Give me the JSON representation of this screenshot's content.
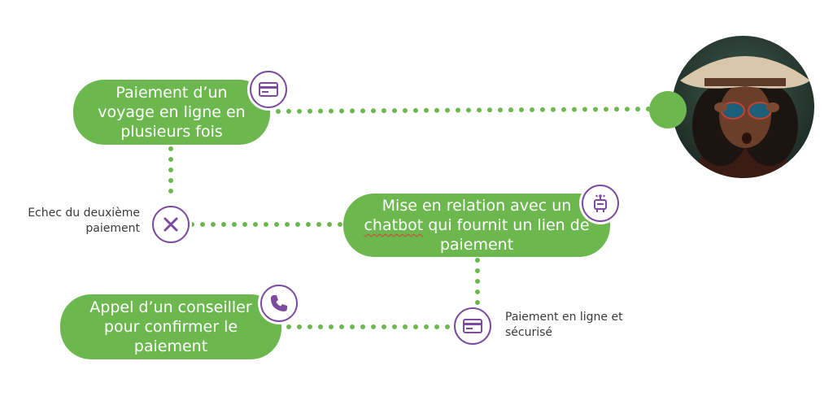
{
  "colors": {
    "green": "#6cb84f",
    "purple": "#7c4ba0",
    "text": "#3a3a3a"
  },
  "nodes": {
    "voyage": {
      "lines": [
        "Paiement d’un",
        "voyage en ligne en",
        "plusieurs fois"
      ],
      "icon": "credit-card-icon"
    },
    "chatbot": {
      "line1": "Mise en relation avec un",
      "line2_word": "chatbot",
      "line2_rest": " qui fournit un lien de",
      "line3": "paiement",
      "icon": "robot-icon"
    },
    "conseiller": {
      "lines": [
        "Appel d’un conseiller",
        "pour confirmer le",
        "paiement"
      ],
      "icon": "phone-icon"
    }
  },
  "labels": {
    "echec": [
      "Echec du deuxième",
      "paiement"
    ],
    "securise": [
      "Paiement en ligne et",
      "sécurisé"
    ]
  },
  "markers": {
    "failure": "close-icon",
    "secure_payment": "credit-card-icon"
  },
  "photo": {
    "subject": "woman-with-sunhat-and-sunglasses"
  }
}
